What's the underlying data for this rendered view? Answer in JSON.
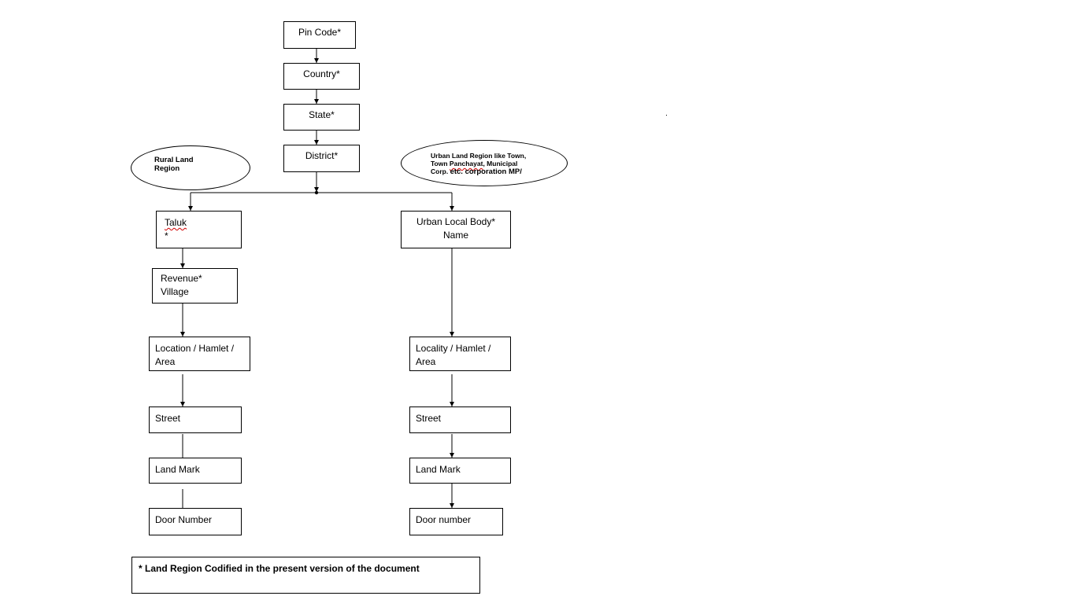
{
  "top_chain": {
    "pin_code": "Pin Code*",
    "country": "Country*",
    "state": "State*",
    "district": "District*"
  },
  "rural": {
    "region_label_line1": "Rural Land",
    "region_label_line2": "Region",
    "taluk": "Taluk",
    "taluk_suffix": " *",
    "revenue_village_line1": "Revenue*",
    "revenue_village_line2": "Village",
    "location_line1": "Location / Hamlet /",
    "location_line2": "Area",
    "street": "Street",
    "land_mark": "Land Mark",
    "door_number": "Door Number"
  },
  "urban": {
    "region_label_line1": "Urban Land Region like Town,",
    "region_label_line2a": "Town ",
    "region_label_line2b": "Panchayat",
    "region_label_line2c": ", Municipal",
    "region_label_line3a": "Corp. ",
    "region_label_line3b": "etc. corporation  MP/",
    "local_body_line1": "Urban Local Body*",
    "local_body_line2": "Name",
    "locality_line1": "Locality / Hamlet /",
    "locality_line2": "Area",
    "street": "Street",
    "land_mark": "Land Mark",
    "door_number": "Door number"
  },
  "footnote": "* Land Region Codified in the present version of the document",
  "colors": {
    "line": "#000000",
    "spellcheck": "#d00000"
  }
}
